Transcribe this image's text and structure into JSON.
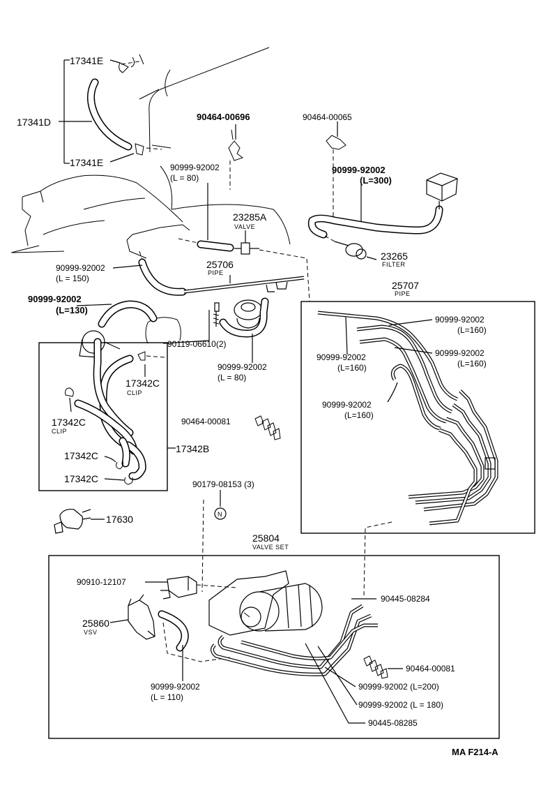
{
  "diagram_code": "MA F214-A",
  "parts": {
    "p17341E_top": "17341E",
    "p17341D": "17341D",
    "p17341E_bot": "17341E",
    "p90464_00696": "90464-00696",
    "p90999_92002_l80a": "90999-92002",
    "p90999_92002_l80a_len": "(L = 80)",
    "p90464_00065": "90464-00065",
    "p90999_92002_l300": "90999-92002",
    "p90999_92002_l300_len": "(L=300)",
    "p23285A": "23285A",
    "p23285A_name": "VALVE",
    "p23265": "23265",
    "p23265_name": "FILTER",
    "p90999_92002_l150": "90999-92002",
    "p90999_92002_l150_len": "(L = 150)",
    "p25706": "25706",
    "p25706_name": "PIPE",
    "p25707": "25707",
    "p25707_name": "PIPE",
    "p90999_92002_l130": "90999-92002",
    "p90999_92002_l130_len": "(L=130)",
    "p90119_06610": "90119-06610(2)",
    "p90999_92002_l80b": "90999-92002",
    "p90999_92002_l80b_len": "(L = 80)",
    "p17342C_a": "17342C",
    "p17342C_a_name": "CLIP",
    "p17342C_b": "17342C",
    "p17342C_b_name": "CLIP",
    "p17342B": "17342B",
    "p17342C_c": "17342C",
    "p17342C_d": "17342C",
    "p90464_00081_a": "90464-00081",
    "p90179_08153": "90179-08153 (3)",
    "p17630": "17630",
    "p90999_92002_l160a": "90999-92002",
    "p90999_92002_l160a_len": "(L=160)",
    "p90999_92002_l160b": "90999-92002",
    "p90999_92002_l160b_len": "(L=160)",
    "p90999_92002_l160c": "90999-92002",
    "p90999_92002_l160c_len": "(L=160)",
    "p90999_92002_l160d": "90999-92002",
    "p90999_92002_l160d_len": "(L=160)",
    "p25804": "25804",
    "p25804_name": "VALVE SET",
    "p90910_12107": "90910-12107",
    "p25860": "25860",
    "p25860_name": "VSV",
    "p90445_08284": "90445-08284",
    "p90464_00081_b": "90464-00081",
    "p90999_92002_l200": "90999-92002 (L=200)",
    "p90999_92002_l180": "90999-92002 (L = 180)",
    "p90445_08285": "90445-08285",
    "p90999_92002_l110": "90999-92002",
    "p90999_92002_l110_len": "(L = 110)",
    "n_marker": "N"
  }
}
